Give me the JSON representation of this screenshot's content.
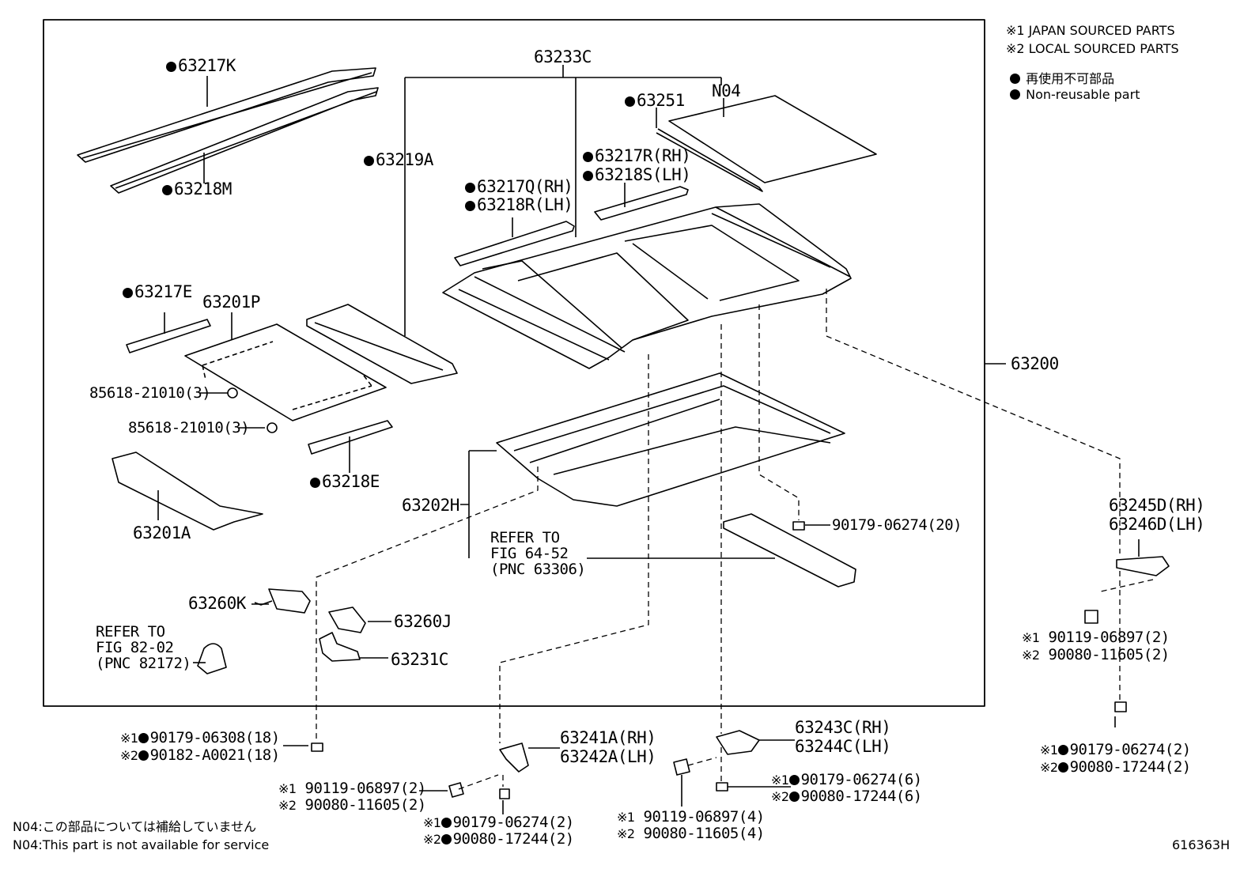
{
  "legend": {
    "japan": "※1  JAPAN SOURCED PARTS",
    "local": "※2  LOCAL SOURCED PARTS",
    "nonreusable_jp": "再使用不可部品",
    "nonreusable_en": "Non-reusable part"
  },
  "labels": {
    "p63233C": "63233C",
    "p63217K": "63217K",
    "p63218M": "63218M",
    "p63219A": "63219A",
    "p63251": "63251",
    "pN04": "N04",
    "p63217R": "63217R(RH)",
    "p63218S": "63218S(LH)",
    "p63217Q": "63217Q(RH)",
    "p63218R": "63218R(LH)",
    "p63217E": "63217E",
    "p63201P": "63201P",
    "p85618a": "85618-21010(3)",
    "p85618b": "85618-21010(3)",
    "p63218E": "63218E",
    "p63201A": "63201A",
    "p63202H": "63202H",
    "p63200": "63200",
    "refer1_l1": "REFER TO",
    "refer1_l2": "FIG 64-52",
    "refer1_l3": "(PNC 63306)",
    "p90179_20": "90179-06274(20)",
    "p63260K": "63260K",
    "p63260J": "63260J",
    "p63231C": "63231C",
    "refer2_l1": "REFER TO",
    "refer2_l2": "FIG 82-02",
    "refer2_l3": "(PNC 82172)",
    "p63245D": "63245D(RH)",
    "p63246D": "63246D(LH)",
    "bolt_r_1": "90119-06897(2)",
    "bolt_r_2": "90080-11605(2)",
    "nut_r_1": "90179-06274(2)",
    "nut_r_2": "90080-17244(2)",
    "clip_l_1": "90179-06308(18)",
    "clip_l_2": "90182-A0021(18)",
    "p63241A": "63241A(RH)",
    "p63242A": "63242A(LH)",
    "bolt_c_1": "90119-06897(2)",
    "bolt_c_2": "90080-11605(2)",
    "nut_c_1": "90179-06274(2)",
    "nut_c_2": "90080-17244(2)",
    "p63243C": "63243C(RH)",
    "p63244C": "63244C(LH)",
    "nut_m_1": "90179-06274(6)",
    "nut_m_2": "90080-17244(6)",
    "bolt_m_1": "90119-06897(4)",
    "bolt_m_2": "90080-11605(4)",
    "mark1": "※1",
    "mark2": "※2"
  },
  "notes": {
    "jp": "N04:この部品については補給していません",
    "en": "N04:This part is not available for service"
  },
  "figure_id": "616363H"
}
